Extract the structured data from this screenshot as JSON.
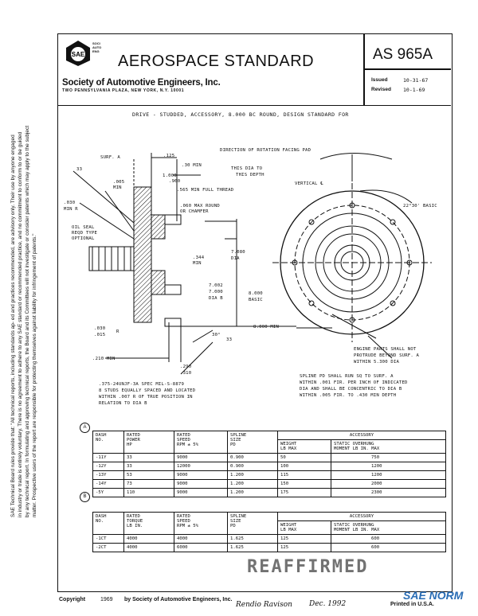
{
  "header": {
    "logo_text": "SAE",
    "logo_caption": [
      "SOCI",
      "AUTO",
      "ENG"
    ],
    "title": "AEROSPACE STANDARD",
    "organization": "Society of Automotive Engineers, Inc.",
    "address": "TWO PENNSYLVANIA PLAZA, NEW YORK, N.Y. 10001",
    "doc_number": "AS 965A",
    "issued_label": "Issued",
    "issued_date": "10-31-67",
    "revised_label": "Revised",
    "revised_date": "10-1-69"
  },
  "subtitle": "DRIVE - STUDDED, ACCESSORY, 8.000 BC ROUND, DESIGN STANDARD FOR",
  "side_notice": [
    "SAE Technical Board rules provide that: \"All technical reports, including standards ap-      ed and practices recommended, are advisory only. Their use by anyone engaged",
    "in industry or trade is entirely voluntary. There is no agreement to adhere to any SAE standard or recommended practice, and no commitment to conform to or be guided",
    "by any technical report. In formulating and approving technical reports, the Board and its Committees will not investigate or consider patents which may apply to the subject",
    "matter. Prospective users of the report are responsible for protecting themselves against liability for infringement of patents.\""
  ],
  "drawing": {
    "labels": {
      "surf_a": "SURF. A",
      "dim_125": ".125",
      "dim_30min": ".30 MIN",
      "dim_33": "33",
      "dim_005": ".005",
      "dim_min": "MIN",
      "dim_1000": "1.000",
      "dim_960": ".960",
      "this_dia": "THIS DIA TO",
      "this_depth": "THIS DEPTH",
      "full_thread": ".565 MIN FULL THREAD",
      "dim_030": ".030",
      "dim_min_r": "MIN R",
      "dim_060": ".060 MAX ROUND",
      "or_chamfer": "OR CHAMFER",
      "oil_seal": "OIL SEAL",
      "reqd_type": "REQD TYPE",
      "optional": "OPTIONAL",
      "dim_344": ".344",
      "min": "MIN",
      "dim_7080": "7.080",
      "dia": "DIA",
      "dim_7002": "7.002",
      "dim_7000": "7.000",
      "dia_b": "DIA B",
      "dim_8000": "8.000",
      "basic": "BASIC",
      "dim_030b": ".030",
      "dim_015": ".015",
      "r": "R",
      "dim_30deg": "30°",
      "dim_33b": "33",
      "dim_210": ".210 MIN",
      "dim_290": ".290",
      "dim_310": ".310",
      "stud_note": [
        ".375-24UNJF-3A SPEC MIL-S-8879",
        "8 STUDS EQUALLY SPACED AND LOCATED",
        "WITHIN .007 R OF TRUE POSITION IN",
        "RELATION TO DIA B"
      ],
      "rotation": "DIRECTION OF ROTATION FACING PAD",
      "vertical": "VERTICAL ℄",
      "angle_basic": "22°30' BASIC",
      "dim_8000_min": "8.000 MIN",
      "engine_parts": [
        "ENGINE PARTS SHALL NOT",
        "PROTRUDE BEYOND SURF. A",
        "WITHIN 5.300 DIA"
      ],
      "spline_note": [
        "SPLINE PD SHALL RUN SQ TO SURF. A",
        "WITHIN .001 FIR. PER INCH OF INDICATED",
        "DIA AND SHALL BE CONCENTRIC TO DIA B",
        "WITHIN .005 FIR. TO .430 MIN DEPTH"
      ]
    }
  },
  "table1": {
    "marker": "A",
    "headers": [
      "DASH\nNO.",
      "RATED\nPOWER\nHP",
      "RATED\nSPEED\nRPM ± 5%",
      "SPLINE\nSIZE\nPD"
    ],
    "accessory_label": "ACCESSORY",
    "sub_headers": [
      "WEIGHT\nLB MAX",
      "STATIC OVERHUNG\nMOMENT LB IN. MAX"
    ],
    "rows": [
      [
        "-11Y",
        "33",
        "9000",
        "0.900",
        "50",
        "750"
      ],
      [
        "-12Y",
        "33",
        "12000",
        "0.900",
        "100",
        "1200"
      ],
      [
        "-13Y",
        "53",
        "9000",
        "1.200",
        "115",
        "1200"
      ],
      [
        "-14Y",
        "73",
        "9000",
        "1.200",
        "150",
        "2000"
      ],
      [
        "-5Y",
        "110",
        "9000",
        "1.200",
        "175",
        "2300"
      ]
    ]
  },
  "table2": {
    "marker": "B",
    "headers": [
      "DASH\nNO.",
      "RATED\nTORQUE\nLB IN.",
      "RATED\nSPEED\nRPM ± 5%",
      "SPLINE\nSIZE\nPD"
    ],
    "accessory_label": "ACCESSORY",
    "sub_headers": [
      "WEIGHT\nLB MAX",
      "STATIC OVERHUNG\nMOMENT LB IN. MAX"
    ],
    "rows": [
      [
        "-1CT",
        "4000",
        "4000",
        "1.625",
        "125",
        "600"
      ],
      [
        "-2CT",
        "4000",
        "6000",
        "1.625",
        "125",
        "600"
      ]
    ]
  },
  "footer": {
    "copyright": "Copyright",
    "year": "1969",
    "by": "by Society of Automotive Engineers, Inc.",
    "printed": "Printed in U.S.A.",
    "brand": "SAE NORM",
    "stamp": "REAFFIRMED",
    "signature": "Rendio Ravison",
    "sig_date": "Dec. 1992"
  }
}
